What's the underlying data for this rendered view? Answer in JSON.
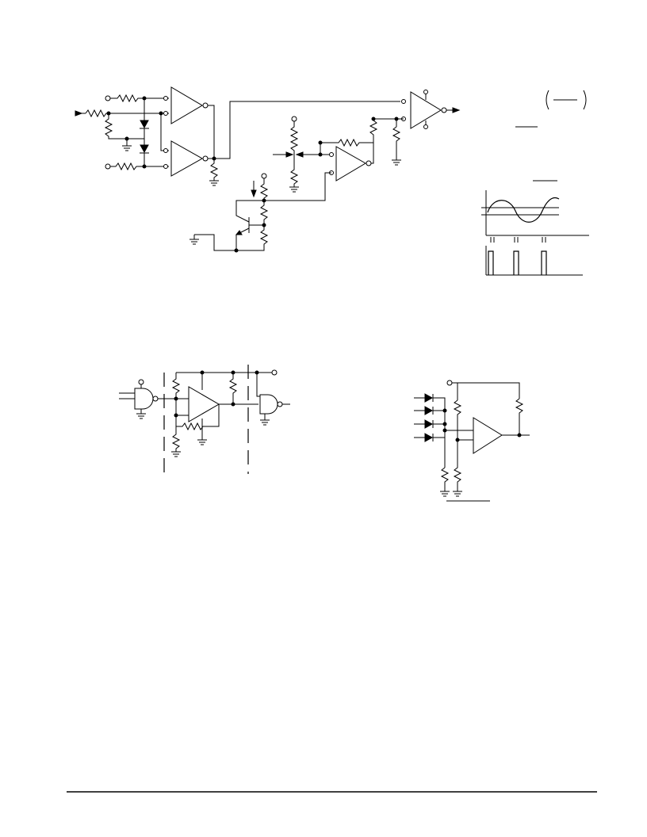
{
  "page": {
    "background": "#ffffff",
    "ink_color": "#000000"
  },
  "figures": [
    {
      "id": "window-comparator-level-detector",
      "text_labels": []
    },
    {
      "id": "comparator-waveform-plot",
      "text_labels": []
    },
    {
      "id": "logic-interface-comparator",
      "text_labels": []
    },
    {
      "id": "diode-or-comparator",
      "text_labels": []
    }
  ],
  "footer": {
    "rule": true
  }
}
